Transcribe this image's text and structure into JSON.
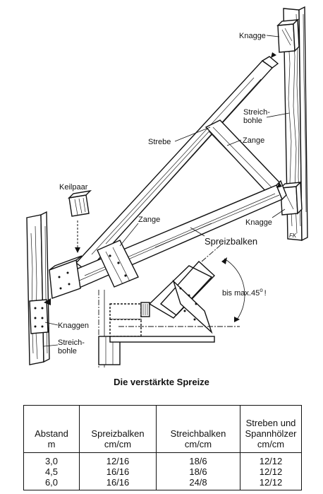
{
  "labels": {
    "knagge_top": "Knagge",
    "streichbohle_right_1": "Streich-",
    "streichbohle_right_2": "bohle",
    "strebe": "Strebe",
    "zange_upper": "Zange",
    "keilpaar": "Keilpaar",
    "zange_lower": "Zange",
    "knagge_right": "Knagge",
    "spreizbalken": "Spreizbalken",
    "angle_note": "bis max.45",
    "angle_sup": "o",
    "angle_excl": "!",
    "knaggen": "Knaggen",
    "streichbohle_left_1": "Streich-",
    "streichbohle_left_2": "bohle",
    "signature": "FK"
  },
  "caption": "Die verstärkte Spreize",
  "table": {
    "headers": [
      [
        "Abstand",
        "m"
      ],
      [
        "Spreizbalken",
        "cm/cm"
      ],
      [
        "Streichbalken",
        "cm/cm"
      ],
      [
        "Streben und",
        "Spannhölzer",
        "cm/cm"
      ]
    ],
    "rows": [
      [
        "3,0",
        "12/16",
        "18/6",
        "12/12"
      ],
      [
        "4,5",
        "16/16",
        "18/6",
        "12/12"
      ],
      [
        "6,0",
        "16/16",
        "24/8",
        "12/12"
      ]
    ]
  }
}
